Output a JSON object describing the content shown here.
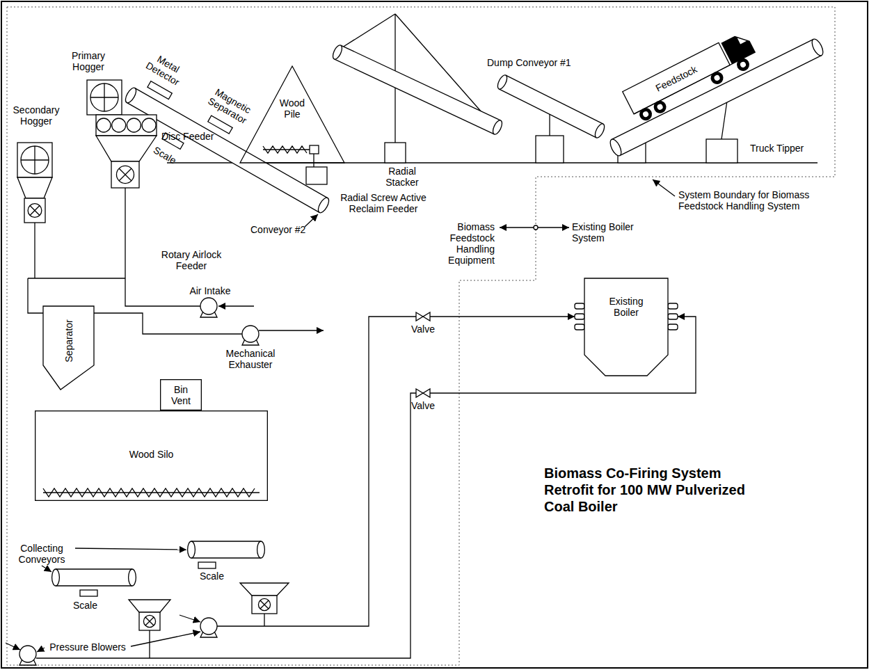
{
  "diagram": {
    "title": "Biomass Co-Firing System Retrofit for 100 MW Pulverized Coal Boiler",
    "nodes": [
      {
        "text": [
          "Wood Pile"
        ]
      },
      {
        "text": [
          "Separator"
        ]
      },
      {
        "text": [
          "Existing Boiler"
        ]
      },
      {
        "text": [
          "Bin Vent"
        ]
      },
      {
        "text": [
          "Wood Silo"
        ]
      }
    ],
    "labels": [
      "Metal Detector",
      "Primary Hogger",
      "Magnetic Separator",
      "Dump Conveyor #1",
      "Feedstock",
      "Secondary Hogger",
      "Disc Feeder",
      "Scale",
      "Radial Stacker",
      "Truck Tipper",
      "Radial Screw Active Reclaim Feeder",
      "System Boundary for Biomass Feedstock Handling System",
      "Biomass Feedstock Handling Equipment",
      "Existing Boiler System",
      "Conveyor #2",
      "Rotary Airlock Feeder",
      "Air Intake",
      "Valve",
      "Mechanical Exhauster",
      "Valve",
      "Collecting Conveyors",
      "Scale",
      "Scale",
      "Pressure Blowers"
    ]
  }
}
